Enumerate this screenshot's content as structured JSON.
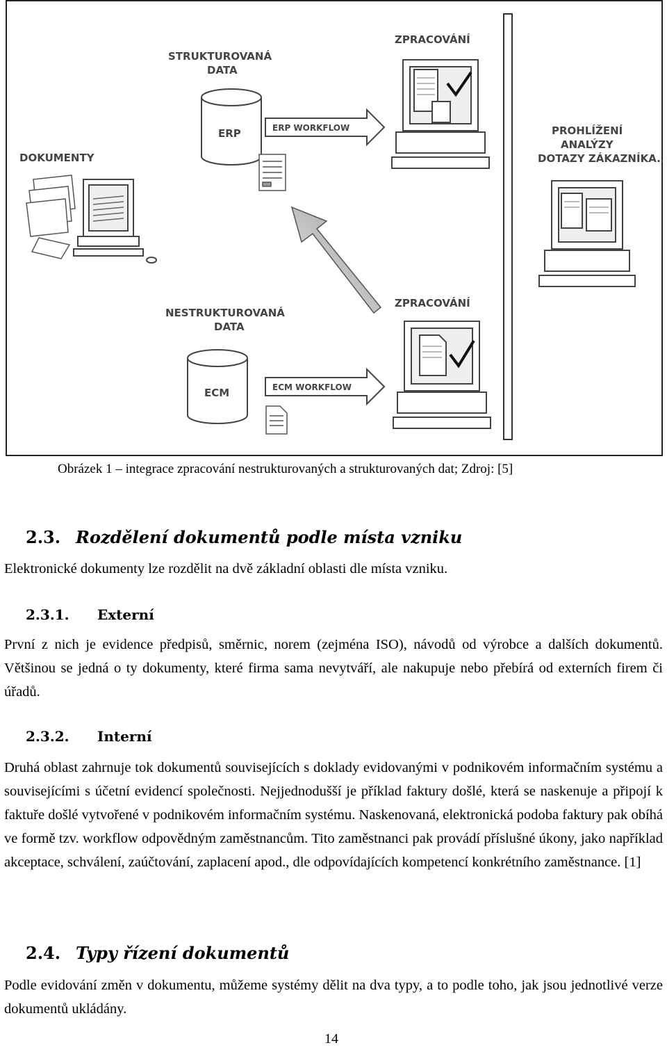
{
  "figure": {
    "labels": {
      "strukturovana_1": "STRUKTUROVANÁ",
      "strukturovana_2": "DATA",
      "zpracovani_top": "ZPRACOVÁNÍ",
      "erp": "ERP",
      "erp_workflow": "ERP WORKFLOW",
      "prohlizeni_1": "PROHLÍŽENÍ",
      "prohlizeni_2": "ANALÝZY",
      "prohlizeni_3": "DOTAZY ZÁKAZNÍKA...",
      "dokumenty": "DOKUMENTY",
      "nestrukturovana_1": "NESTRUKTUROVANÁ",
      "nestrukturovana_2": "DATA",
      "zpracovani_bottom": "ZPRACOVÁNÍ",
      "ecm": "ECM",
      "ecm_workflow": "ECM WORKFLOW"
    }
  },
  "caption": "Obrázek 1 – integrace zpracování nestrukturovaných a strukturovaných dat; Zdroj: [5]",
  "section_2_3": {
    "number": "2.3.",
    "title": "Rozdělení dokumentů podle místa vzniku",
    "text": "Elektronické dokumenty lze rozdělit na dvě základní oblasti dle místa vzniku."
  },
  "section_2_3_1": {
    "number": "2.3.1.",
    "title": "Externí",
    "text": "První z nich je evidence předpisů, směrnic, norem (zejména ISO), návodů od výrobce a dalších dokumentů. Většinou se jedná o ty dokumenty, které firma sama nevytváří, ale nakupuje nebo přebírá od externích firem či úřadů."
  },
  "section_2_3_2": {
    "number": "2.3.2.",
    "title": "Interní",
    "text": "Druhá oblast zahrnuje tok dokumentů souvisejících s doklady evidovanými v podnikovém informačním systému a souvisejícími s účetní evidencí společnosti. Nejjednodušší je příklad faktury došlé, která se naskenuje a připojí k faktuře došlé vytvořené v podnikovém informačním systému. Naskenovaná, elektronická podoba faktury pak obíhá ve formě tzv. workflow odpovědným zaměstnancům. Tito zaměstnanci pak provádí příslušné úkony, jako například akceptace, schválení, zaúčtování, zaplacení apod., dle odpovídajících kompetencí konkrétního zaměstnance. [1]"
  },
  "section_2_4": {
    "number": "2.4.",
    "title": "Typy řízení dokumentů",
    "text": "Podle evidování změn v dokumentu, můžeme systémy dělit na dva typy, a to podle toho, jak jsou jednotlivé verze dokumentů ukládány."
  },
  "page_number": "14"
}
